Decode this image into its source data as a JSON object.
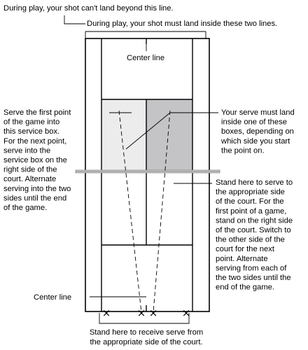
{
  "labels": {
    "baseline_note": "During play, your shot can't land beyond this line.",
    "sideline_note": "During play, your shot must land inside these two lines.",
    "center_line_top": "Center line",
    "center_line_bottom": "Center line",
    "serve_first_point": [
      "Serve the first point",
      "of the game into",
      "this service box.",
      "For the next point,",
      "serve into the",
      "service box on the",
      "right side of the",
      "court. Alternate",
      "serving into the two",
      "sides until the end",
      "of the game."
    ],
    "serve_must_land": [
      "Your serve must land",
      "inside one of these",
      "boxes, depending on",
      "which side you start",
      "the point on."
    ],
    "stand_to_serve": [
      "Stand here to serve to",
      "the appropriate side",
      "of the court. For the",
      "first point of a game,",
      "stand on the right side",
      "of the court. Switch to",
      "the other side of the",
      "court for the next",
      "point. Alternate",
      "serving from each of",
      "the two sides until the",
      "end of the game."
    ],
    "stand_to_receive": [
      "Stand here to receive serve from",
      "the appropriate side of the court."
    ]
  },
  "markers": {
    "position_symbol": "×"
  },
  "colors": {
    "service_box_left": "#ececec",
    "service_box_right": "#c4c4c6",
    "net": "#9a9a9a"
  }
}
